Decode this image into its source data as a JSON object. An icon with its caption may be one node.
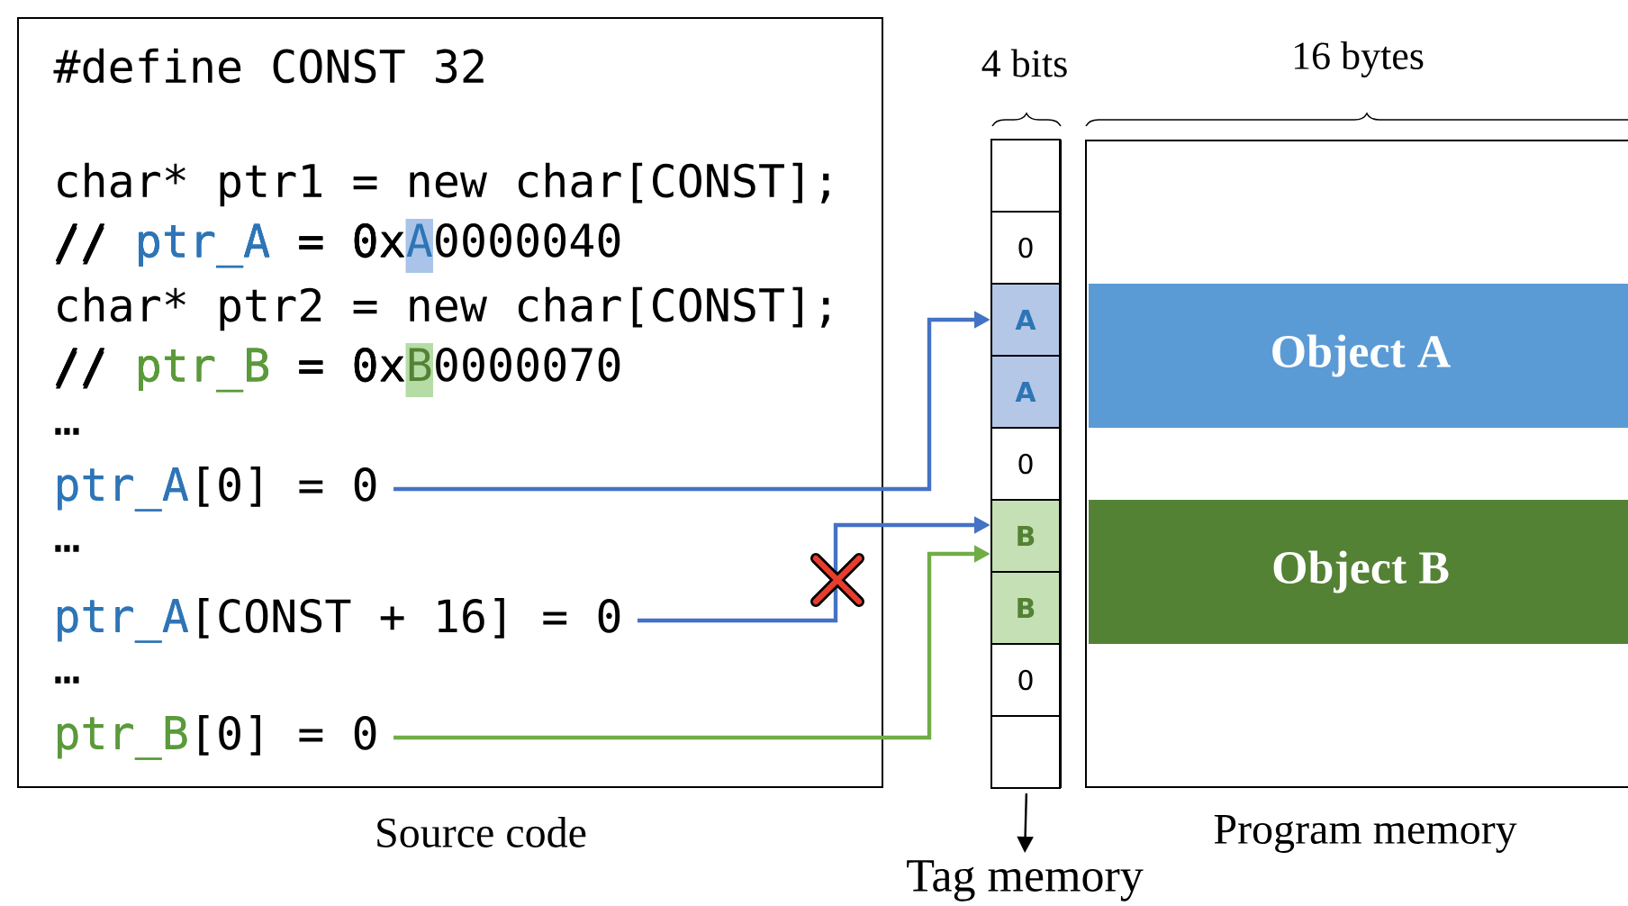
{
  "diagram": {
    "nodes": [
      {
        "text": [
          "Source code"
        ]
      },
      {
        "text": [
          "#define CONST 32"
        ],
        "in": 0
      },
      {
        "text": [
          "char* ptr1 = new char[CONST];"
        ],
        "in": 0
      },
      {
        "text": [
          "//",
          "ptr_A",
          "= 0x",
          "A",
          "0000040"
        ],
        "in": 0
      },
      {
        "text": [
          "char* ptr2 = new char[CONST];"
        ],
        "in": 0
      },
      {
        "text": [
          "//",
          "ptr_B",
          "= 0x",
          "B",
          "0000070"
        ],
        "in": 0
      },
      {
        "text": [
          "…"
        ],
        "in": 0
      },
      {
        "text": [
          "ptr_A",
          "[0] = 0"
        ],
        "in": 0
      },
      {
        "text": [
          "…"
        ],
        "in": 0
      },
      {
        "text": [
          "ptr_A",
          "[CONST + 16] = 0"
        ],
        "in": 0
      },
      {
        "text": [
          "…"
        ],
        "in": 0
      },
      {
        "text": [
          "ptr_B",
          "[0] = 0"
        ],
        "in": 0
      },
      {
        "text": [],
        "shape": "box"
      },
      {
        "text": [],
        "shape": "box",
        "in": 12
      },
      {
        "text": [
          "0"
        ],
        "in": 12
      },
      {
        "text": [
          "A"
        ],
        "in": 12
      },
      {
        "text": [
          "A"
        ],
        "in": 12
      },
      {
        "text": [
          "0"
        ],
        "in": 12
      },
      {
        "text": [
          "B"
        ],
        "in": 12
      },
      {
        "text": [
          "B"
        ],
        "in": 12
      },
      {
        "text": [
          "0"
        ],
        "in": 12
      },
      {
        "text": [],
        "shape": "box",
        "in": 12
      },
      {
        "text": [
          "Tag memory"
        ]
      },
      {
        "text": [
          "Program memory"
        ]
      },
      {
        "text": [
          "Object A"
        ],
        "in": 23
      },
      {
        "text": [
          "Object B"
        ],
        "in": 23
      }
    ],
    "edges": [
      {
        "from": 7,
        "to": 15,
        "arrow": "to",
        "color": "#4472c4"
      },
      {
        "from": 9,
        "to": 18,
        "arrow": "to",
        "color": "#4472c4"
      },
      {
        "from": 11,
        "to": 18,
        "arrow": "to",
        "color": "#70ad47"
      },
      {
        "from": 12,
        "to": 22,
        "arrow": "to",
        "color": "#000000"
      }
    ],
    "labels": [
      "4 bits",
      "16 bytes"
    ]
  }
}
